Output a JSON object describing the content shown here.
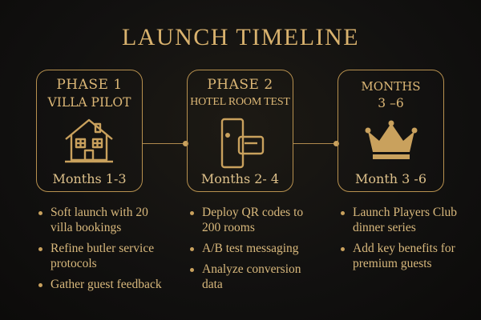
{
  "title": "LAUNCH TIMELINE",
  "phases": [
    {
      "line1": "PHASE 1",
      "line2": "VILLA PILOT",
      "icon": "house-icon",
      "months": "Months 1-3",
      "bullets": [
        "Soft launch with 20 villa bookings",
        "Refine butler service protocols",
        "Gather guest feedback"
      ]
    },
    {
      "line1": "PHASE 2",
      "line2": "HOTEL ROOM TEST",
      "icon": "door-keycard-icon",
      "months": "Months 2- 4",
      "bullets": [
        "Deploy QR codes to 200 rooms",
        "A/B test messaging",
        "Analyze conversion data"
      ]
    },
    {
      "line1": "MONTHS",
      "line2": "3 –6",
      "icon": "crown-icon",
      "months": "Month 3 -6",
      "bullets": [
        "Launch Players Club dinner series",
        "Add key benefits for premium guests"
      ]
    }
  ],
  "colors": {
    "gold": "#d9b26e",
    "line": "#b08a4e",
    "background": "#121110"
  }
}
